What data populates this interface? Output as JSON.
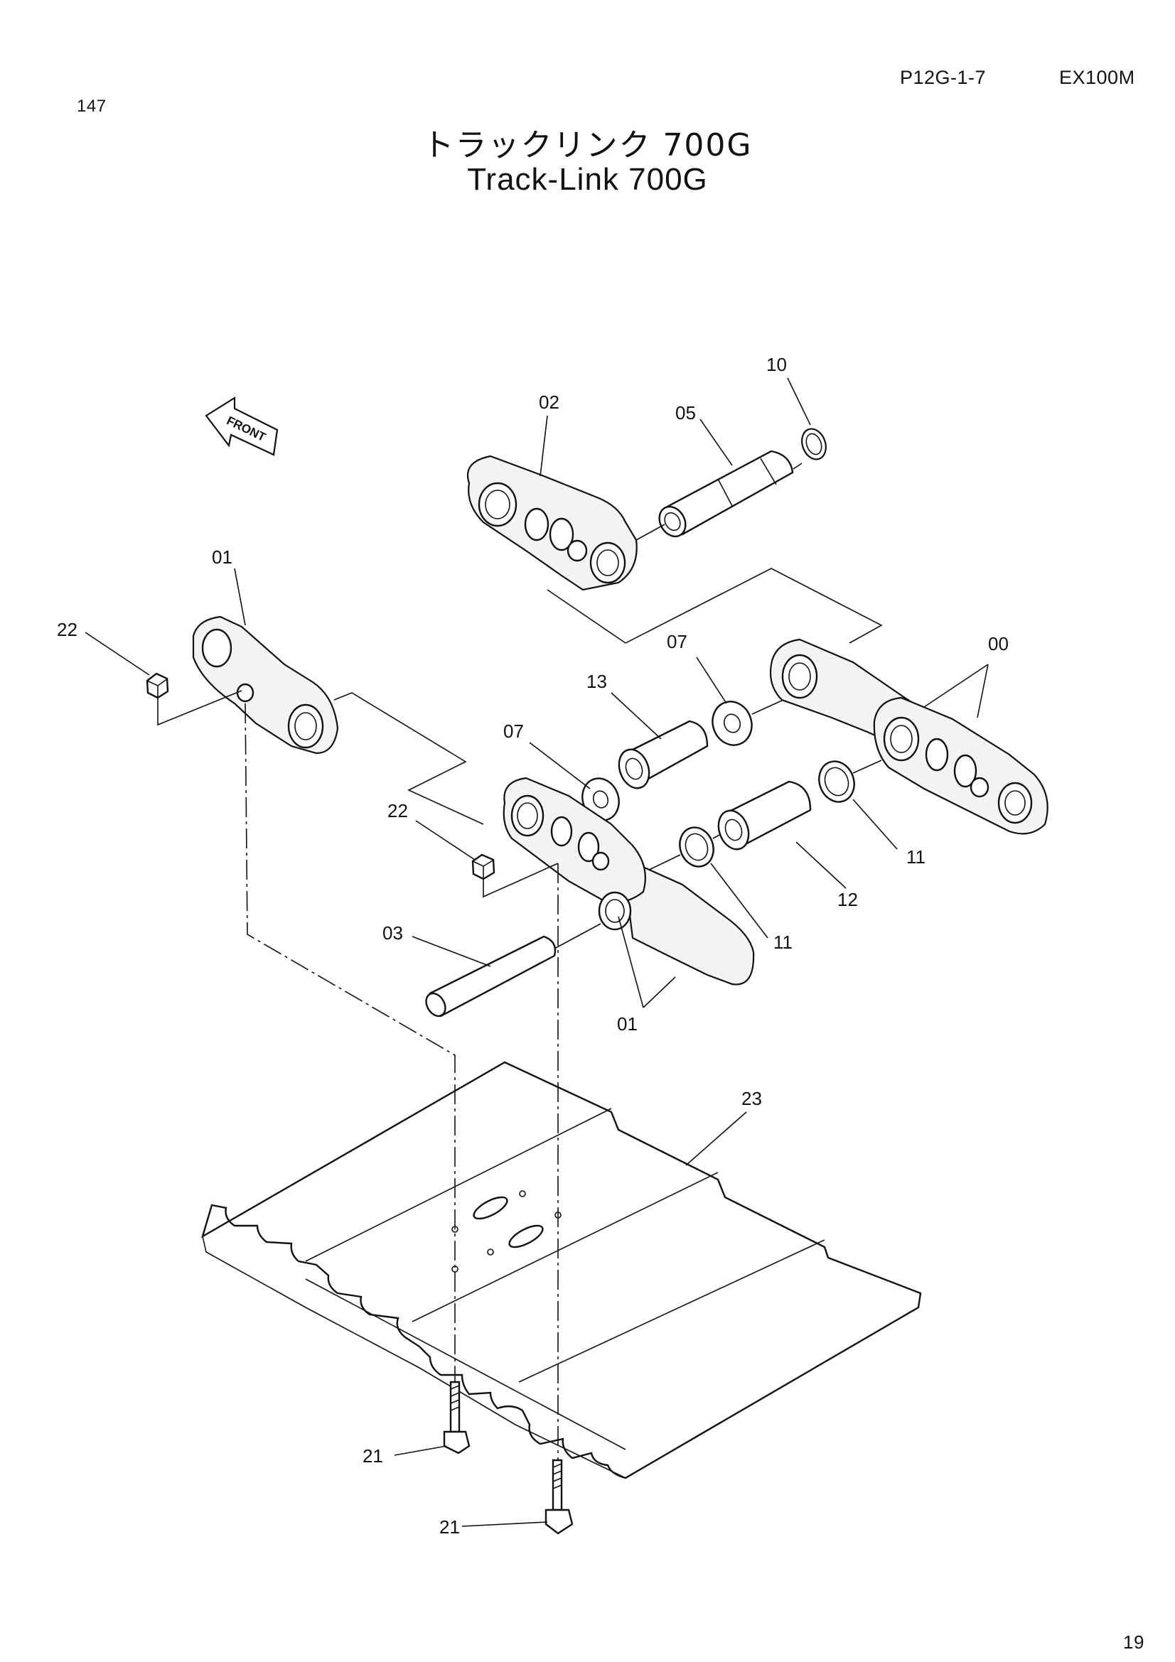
{
  "header": {
    "page_number": "147",
    "drawing_code": "P12G-1-7",
    "model": "EX100M",
    "sheet": "19"
  },
  "title": {
    "japanese": "トラックリンク 700G",
    "english": "Track-Link 700G"
  },
  "front_label": "FRONT",
  "callouts": {
    "c10": "10",
    "c02": "02",
    "c05": "05",
    "c01_top": "01",
    "c22_left": "22",
    "c07_right": "07",
    "c00": "00",
    "c13": "13",
    "c07_left": "07",
    "c22_mid": "22",
    "c11_right": "11",
    "c12": "12",
    "c11_mid": "11",
    "c03": "03",
    "c01_bottom": "01",
    "c23": "23",
    "c21_top": "21",
    "c21_bottom": "21"
  }
}
